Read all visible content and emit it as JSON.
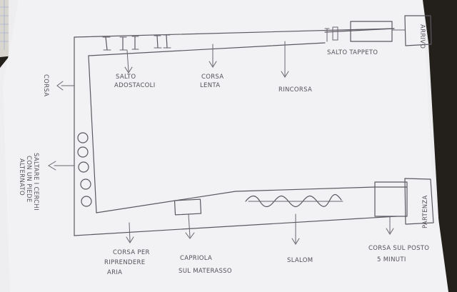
{
  "labels": {
    "salto_tappeto": "SALTO TAPPETO",
    "arrivo": "ARRIVO",
    "salto_ostacoli": [
      "SALTO",
      "ADOSTACOLI"
    ],
    "corsa_lenta": [
      "CORSA",
      "LENTA"
    ],
    "rincorsa": "RINCORSA",
    "corsa": "CORSA",
    "saltare_cerchi": [
      "SALTARE I CERCHI",
      "CON UN PIEDE",
      "ALTERNATO"
    ],
    "partenza": "PARTENZA",
    "corsa_sul_posto": [
      "CORSA SUL POSTO",
      "5 MINUTI"
    ],
    "slalom": "SLALOM",
    "capriola": [
      "CAPRIOLA",
      "SUL MATERASSO"
    ],
    "corsa_per_aria": [
      "CORSA PER",
      "RIPRENDERE",
      "ARIA"
    ]
  }
}
